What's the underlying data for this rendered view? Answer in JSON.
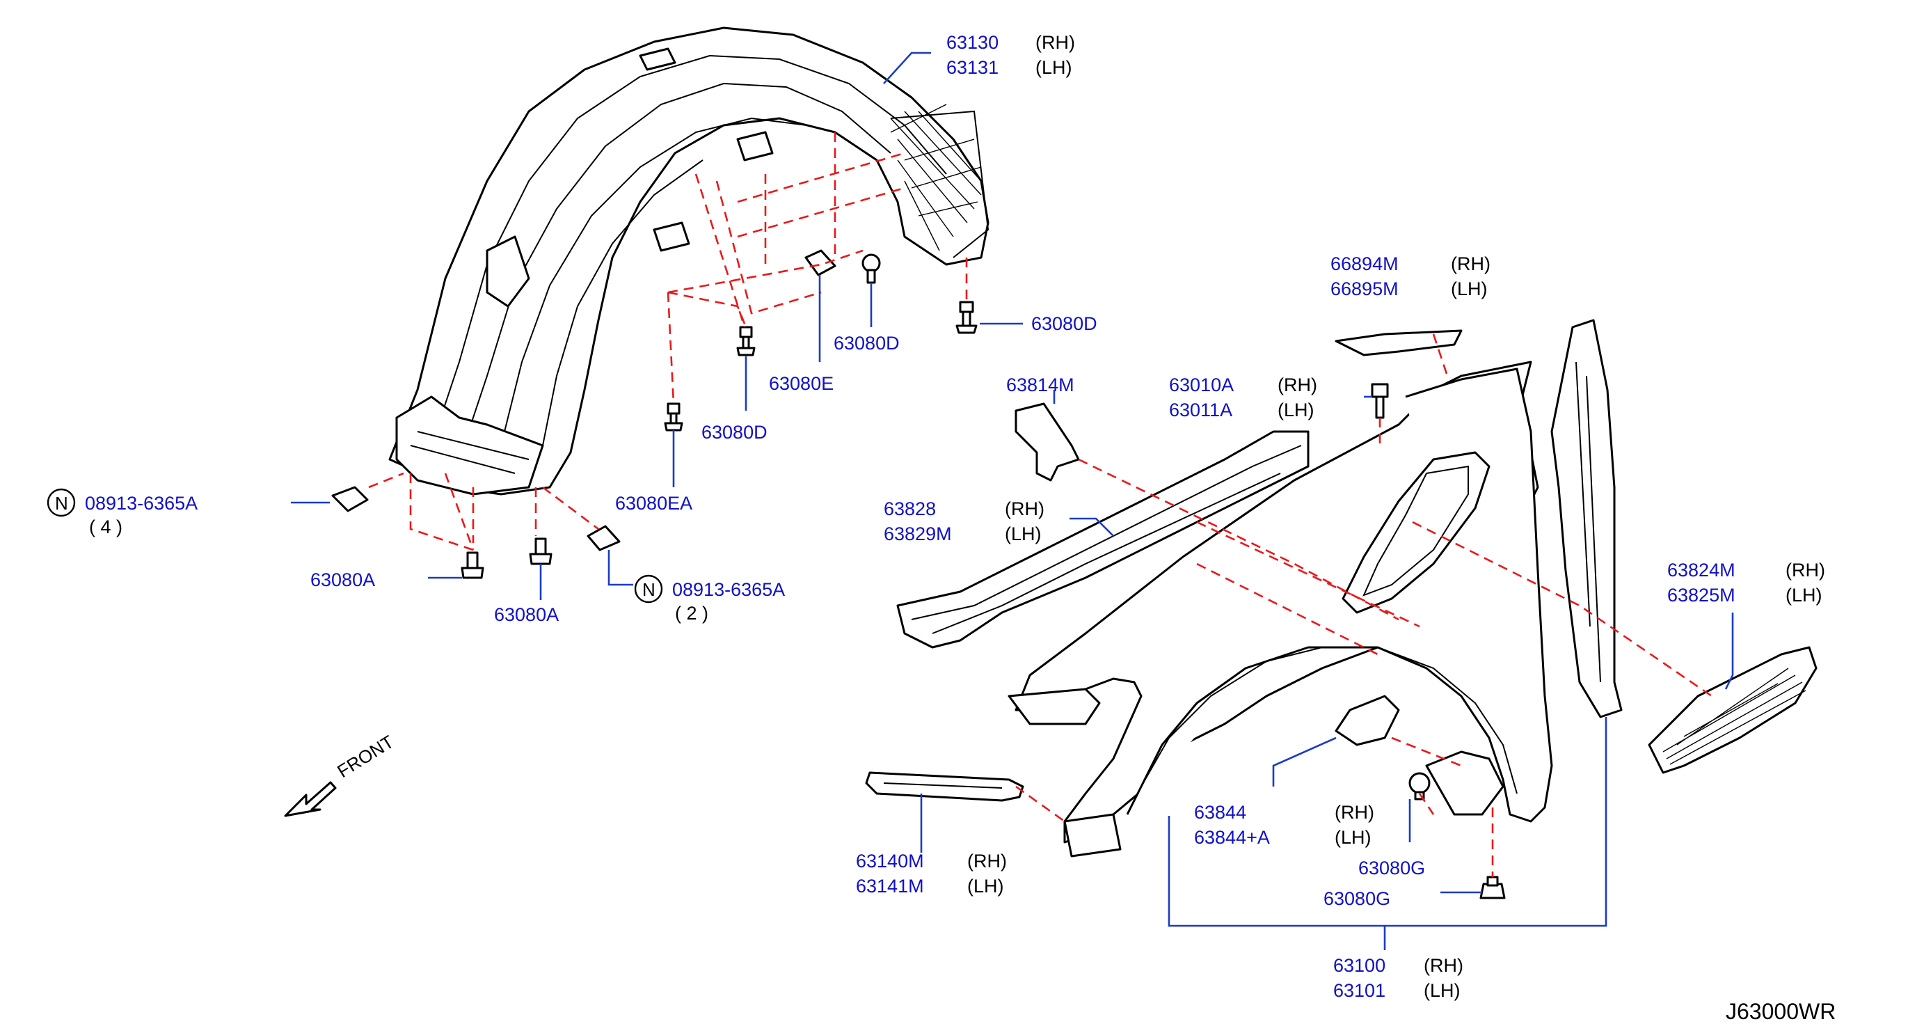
{
  "diagram_id": "J63000WR",
  "front_label": "FRONT",
  "colors": {
    "part_number": "#1010c8",
    "leader": "#1a3cc4",
    "dashed": "#e8191b"
  },
  "labels": {
    "l63130": "63130",
    "l63130_side": "(RH)",
    "l63131": "63131",
    "l63131_side": "(LH)",
    "l63080D_a": "63080D",
    "l63080D_b": "63080D",
    "l63080D_c": "63080D",
    "l63080E": "63080E",
    "l63080EA": "63080EA",
    "l08913_a": "08913-6365A",
    "l08913_a_qty": "( 4 )",
    "l08913_b": "08913-6365A",
    "l08913_b_qty": "( 2 )",
    "l63080A_a": "63080A",
    "l63080A_b": "63080A",
    "l66894M": "66894M",
    "l66894M_side": "(RH)",
    "l66895M": "66895M",
    "l66895M_side": "(LH)",
    "l63814M": "63814M",
    "l63010A": "63010A",
    "l63010A_side": "(RH)",
    "l63011A": "63011A",
    "l63011A_side": "(LH)",
    "l63828": "63828",
    "l63828_side": "(RH)",
    "l63829M": "63829M",
    "l63829M_side": "(LH)",
    "l63824M": "63824M",
    "l63824M_side": "(RH)",
    "l63825M": "63825M",
    "l63825M_side": "(LH)",
    "l63844": "63844",
    "l63844_side": "(RH)",
    "l63844A": "63844+A",
    "l63844A_side": "(LH)",
    "l63080G_a": "63080G",
    "l63080G_b": "63080G",
    "l63140M": "63140M",
    "l63140M_side": "(RH)",
    "l63141M": "63141M",
    "l63141M_side": "(LH)",
    "l63100": "63100",
    "l63100_side": "(RH)",
    "l63101": "63101",
    "l63101_side": "(LH)",
    "n_symbol": "N"
  }
}
